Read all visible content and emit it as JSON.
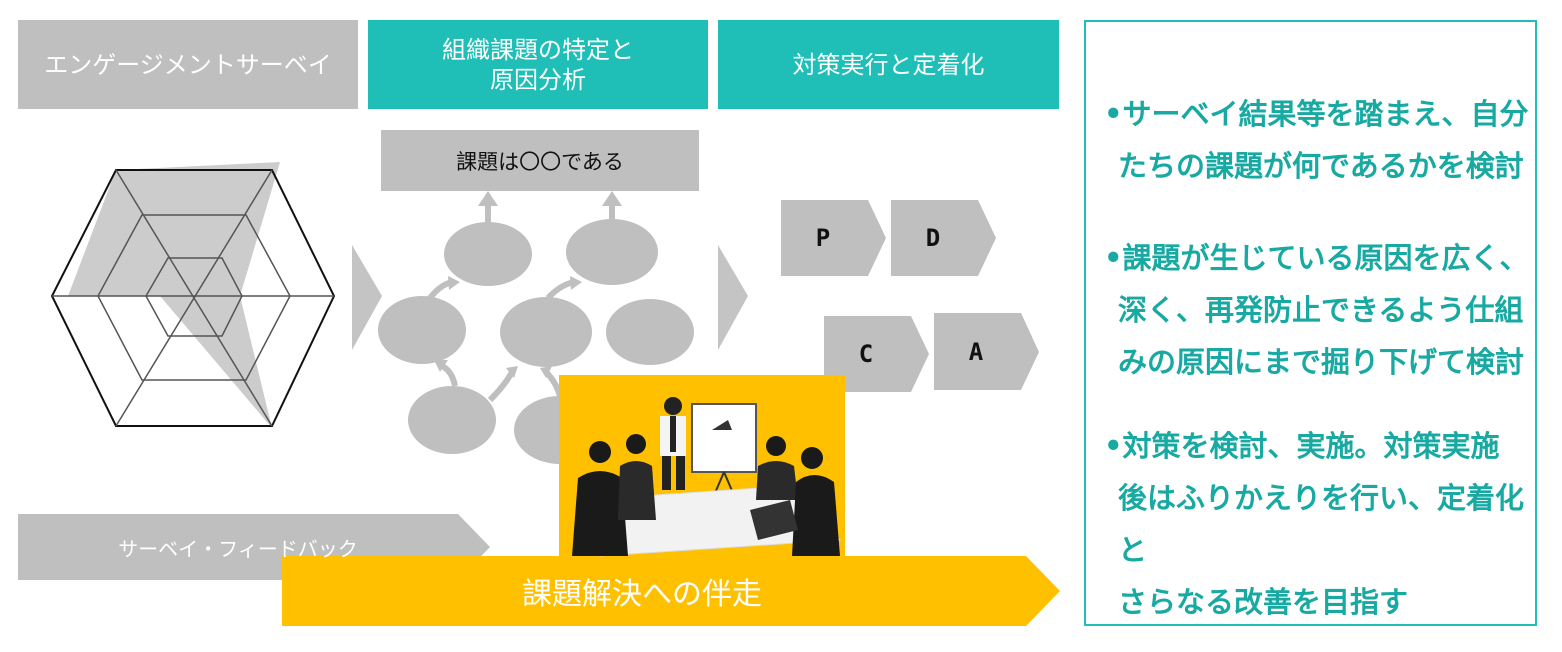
{
  "headers": {
    "survey": "エンゲージメントサーベイ",
    "identify_line1": "組織課題の特定と",
    "identify_line2": "原因分析",
    "execute": "対策実行と定着化"
  },
  "issue_box": "課題は〇〇である",
  "pdca": {
    "p": "P",
    "d": "D",
    "c": "C",
    "a": "A"
  },
  "feedback_label": "サーベイ・フィードバック",
  "support_label": "課題解決への伴走",
  "bullets": [
    {
      "line1": "•サーベイ結果等を踏まえ、自分",
      "line2": "たちの課題が何であるかを検討"
    },
    {
      "line1": "•課題が生じている原因を広く、",
      "line2": "深く、再発防止できるよう仕組",
      "line3": "みの原因にまで掘り下げて検討"
    },
    {
      "line1": "•対策を検討、実施。対策実施",
      "line2": "後はふりかえりを行い、定着化と",
      "line3": "さらなる改善を目指す"
    }
  ],
  "colors": {
    "teal": "#1fbfb8",
    "gray": "#bfbfbf",
    "yellow": "#ffc000",
    "bullet_text": "#18a9a3"
  }
}
